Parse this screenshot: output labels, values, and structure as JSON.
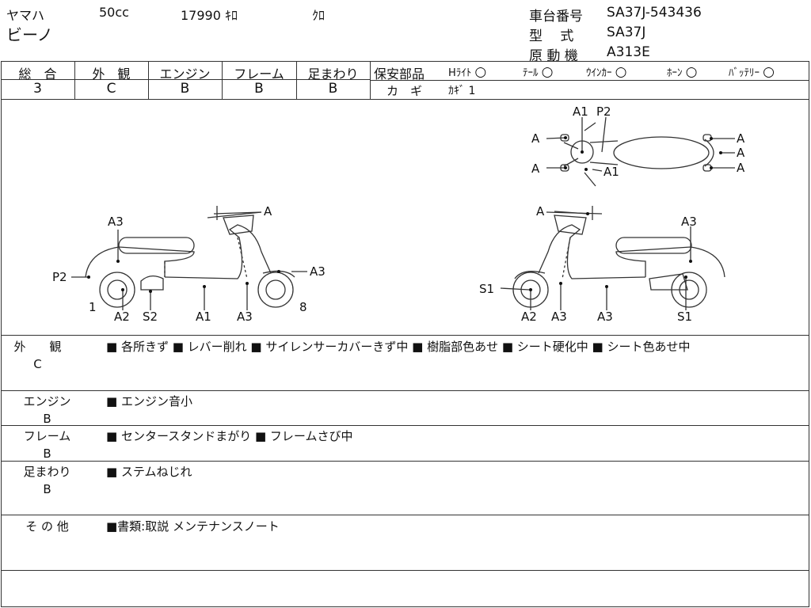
{
  "header": {
    "maker": "ヤマハ",
    "displacement": "50cc",
    "mileage": "17990 ｷﾛ",
    "color": "ｸﾛ",
    "model_name": "ビーノ",
    "frame_no_label": "車台番号",
    "frame_no": "SA37J-543436",
    "type_label": "型　 式",
    "type_value": "SA37J",
    "engine_label": "原 動 機",
    "engine_value": "A313E"
  },
  "grades": {
    "headers": [
      "総　合",
      "外　観",
      "エンジン",
      "フレーム",
      "足まわり"
    ],
    "values": [
      "3",
      "C",
      "B",
      "B",
      "B"
    ]
  },
  "safety_parts": {
    "label": "保安部品",
    "items": [
      {
        "name": "Hﾗｲﾄ",
        "status": "○"
      },
      {
        "name": "ﾃｰﾙ",
        "status": "○"
      },
      {
        "name": "ｳｲﾝｶｰ",
        "status": "○"
      },
      {
        "name": "ﾎｰﾝ",
        "status": "○"
      },
      {
        "name": "ﾊﾞｯﾃﾘｰ",
        "status": "○"
      }
    ],
    "key_label": "カ　ギ",
    "key_value": "ｶｷﾞ 1"
  },
  "diagram": {
    "left": {
      "labels": [
        "A",
        "A3",
        "P2",
        "A3",
        "1",
        "A2",
        "S2",
        "A1",
        "A3",
        "8"
      ]
    },
    "right": {
      "labels": [
        "A",
        "A3",
        "S1",
        "A2",
        "A3",
        "A3",
        "S1"
      ]
    },
    "top": {
      "labels": [
        "A1",
        "P2",
        "A",
        "A",
        "A1",
        "A",
        "A",
        "A"
      ]
    }
  },
  "sections": [
    {
      "label_lines": [
        "外　　観",
        "C"
      ],
      "text": "■ 各所きず ■ レバー削れ ■ サイレンサーカバーきず中 ■ 樹脂部色あせ ■ シート硬化中 ■ シート色あせ中"
    },
    {
      "label_lines": [
        "エンジン",
        "B"
      ],
      "text": "■ エンジン音小"
    },
    {
      "label_lines": [
        "フレーム",
        "B"
      ],
      "text": "■ センタースタンドまがり ■ フレームさび中"
    },
    {
      "label_lines": [
        "足まわり",
        "B"
      ],
      "text": "■ ステムねじれ"
    },
    {
      "label_lines": [
        "そ の 他",
        ""
      ],
      "text": "■書類:取説 メンテナンスノート"
    }
  ]
}
